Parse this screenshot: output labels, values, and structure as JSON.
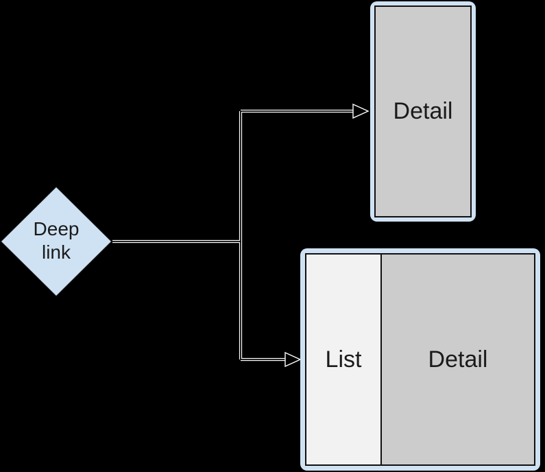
{
  "colors": {
    "background": "#000000",
    "node_fill_blue": "#cfe2f3",
    "detail_fill": "#cccccc",
    "list_fill": "#f2f2f2",
    "inner_border": "#111111",
    "connector_halo": "#ffffff",
    "connector_core": "#000000",
    "text": "#1a1a1a"
  },
  "nodes": {
    "deep_link": {
      "line1": "Deep",
      "line2": "link"
    },
    "detail_screen": {
      "label": "Detail"
    },
    "list_detail_screen": {
      "list_label": "List",
      "detail_label": "Detail"
    }
  }
}
